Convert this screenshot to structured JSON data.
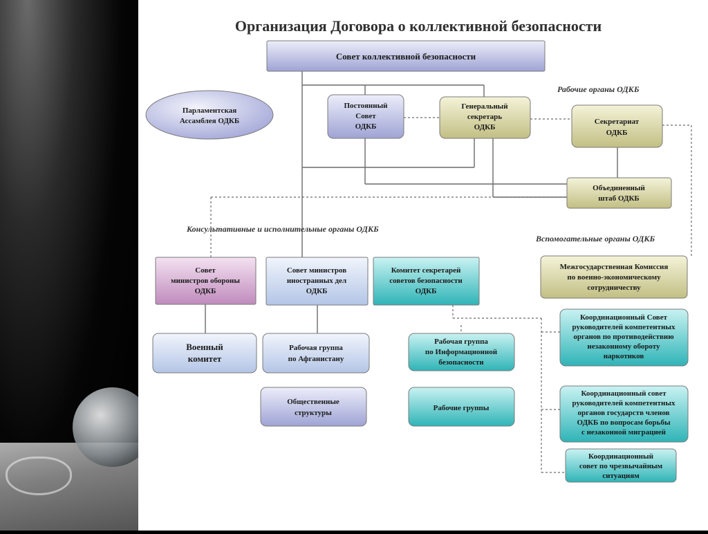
{
  "title": "Организация Договора о коллективной безопасности",
  "sections": {
    "working": "Рабочие органы ОДКБ",
    "consultative": "Консультативные и исполнительные органы ОДКБ",
    "auxiliary": "Вспомогательные органы ОДКБ"
  },
  "nodes": {
    "council": [
      "Совет коллективной безопасности"
    ],
    "assembly": [
      "Парламентская",
      "Ассамблея ОДКБ"
    ],
    "permanent": [
      "Постоянный",
      "Совет",
      "ОДКБ"
    ],
    "secgen": [
      "Генеральный",
      "секретарь",
      "ОДКБ"
    ],
    "secretariat": [
      "Секретариат",
      "ОДКБ"
    ],
    "staff": [
      "Объединенный",
      "штаб ОДКБ"
    ],
    "defmin": [
      "Совет",
      "министров обороны",
      "ОДКБ"
    ],
    "formin": [
      "Совет министров",
      "иностранных дел",
      "ОДКБ"
    ],
    "seccom": [
      "Комитет секретарей",
      "советов безопасности",
      "ОДКБ"
    ],
    "milcom": [
      "Военный",
      "комитет"
    ],
    "afgan": [
      "Рабочая группа",
      "по Афганистану"
    ],
    "infosec": [
      "Рабочая группа",
      "по Информационной",
      "безопасности"
    ],
    "public": [
      "Общественные",
      "структуры"
    ],
    "workgroups": [
      "Рабочие группы"
    ],
    "mgk": [
      "Межгосударственная Комиссия",
      "по военно-экономическому",
      "сотрудничеству"
    ],
    "drugs": [
      "Координационный Совет",
      "руководителей компетентных",
      "органов по противодействию",
      "незаконному обороту",
      "наркотиков"
    ],
    "migration": [
      "Координационный совет",
      "руководителей компетентных",
      "органов государств членов",
      "ОДКБ по вопросам борьбы",
      "с незаконной миграцией"
    ],
    "emergency": [
      "Координационный",
      "совет по чрезвычайным",
      "ситуациям"
    ]
  },
  "colors": {
    "lavender": "#b7b9e0",
    "khaki": "#d8d6a4",
    "pink": "#d3a6cf",
    "light_blue": "#c7d6ef",
    "teal": "#4cc7c9"
  }
}
